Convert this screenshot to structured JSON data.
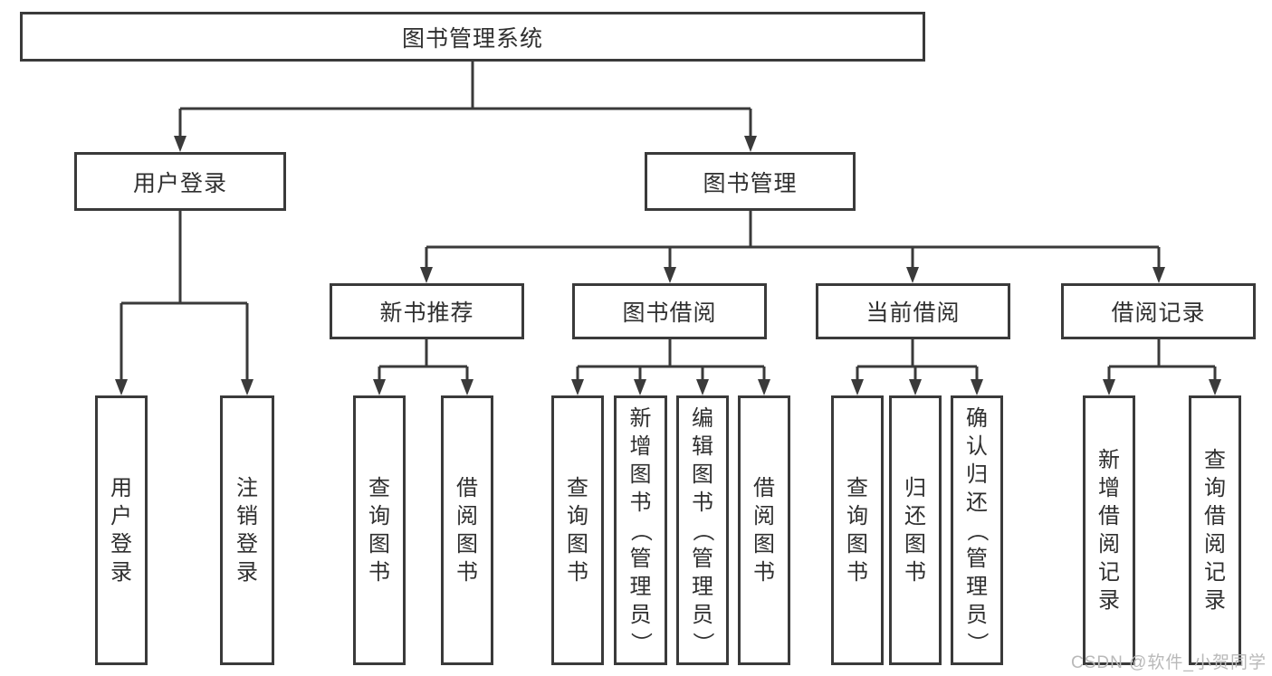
{
  "colors": {
    "line": "#3a3a3a",
    "box_border": "#3a3a3a",
    "box_fill": "#ffffff",
    "text": "#2f2f2f",
    "watermark": "#b9b9b9"
  },
  "diagram": {
    "root": {
      "label": "图书管理系统"
    },
    "level2": [
      {
        "label": "用户登录"
      },
      {
        "label": "图书管理"
      }
    ],
    "level3": [
      {
        "label": "新书推荐"
      },
      {
        "label": "图书借阅"
      },
      {
        "label": "当前借阅"
      },
      {
        "label": "借阅记录"
      }
    ],
    "leaves": [
      {
        "label": "用户登录",
        "parent": "用户登录"
      },
      {
        "label": "注销登录",
        "parent": "用户登录"
      },
      {
        "label": "查询图书",
        "parent": "新书推荐"
      },
      {
        "label": "借阅图书",
        "parent": "新书推荐"
      },
      {
        "label": "查询图书",
        "parent": "图书借阅"
      },
      {
        "label": "新增图书（管理员）",
        "parent": "图书借阅"
      },
      {
        "label": "编辑图书（管理员）",
        "parent": "图书借阅"
      },
      {
        "label": "借阅图书",
        "parent": "图书借阅"
      },
      {
        "label": "查询图书",
        "parent": "当前借阅"
      },
      {
        "label": "归还图书",
        "parent": "当前借阅"
      },
      {
        "label": "确认归还（管理员）",
        "parent": "当前借阅"
      },
      {
        "label": "新增借阅记录",
        "parent": "借阅记录"
      },
      {
        "label": "查询借阅记录",
        "parent": "借阅记录"
      }
    ]
  },
  "watermark": {
    "text": "CSDN @软件_小贺同学"
  }
}
